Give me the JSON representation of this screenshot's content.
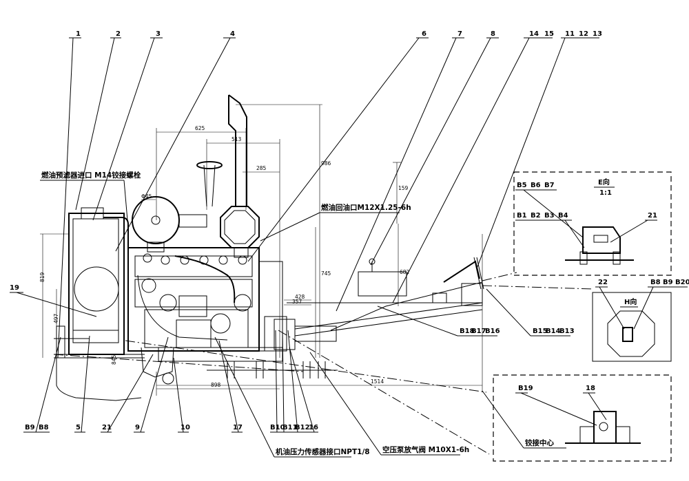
{
  "callouts_top": [
    "1",
    "2",
    "3",
    "4",
    "6",
    "7",
    "8",
    "14",
    "15",
    "11",
    "12",
    "13"
  ],
  "callouts_bottom": [
    "B9",
    "B8",
    "5",
    "21",
    "9",
    "10",
    "17",
    "B10",
    "B11",
    "B12",
    "16"
  ],
  "callouts_left": [
    "19"
  ],
  "callouts_right_mid": [
    "B18",
    "B17",
    "B16",
    "B15",
    "B14",
    "B13"
  ],
  "labels": {
    "fuel_filter_inlet": "燃油预滤器进口 M14铰接螺栓",
    "fuel_return": "燃油回油口M12X1.25-6h",
    "oil_pressure_sensor": "机油压力传感器接口NPT1/8",
    "air_compressor_outlet": "空压泵放气阀 M10X1-6h",
    "hinge_center": "铰接中心"
  },
  "views": {
    "e_view": {
      "title": "E向",
      "scale": "1:1",
      "row1": [
        "B5",
        "B6",
        "B7"
      ],
      "row2": [
        "B1",
        "B2",
        "B3",
        "B4"
      ],
      "callout": "21"
    },
    "h_view": {
      "title": "H向",
      "callouts": [
        "22",
        "B8",
        "B9",
        "B20"
      ]
    },
    "detail_view": {
      "callouts": [
        "B19",
        "18"
      ]
    }
  },
  "dimensions": {
    "d625": "625",
    "d513": "513",
    "d285": "285",
    "d986": "986",
    "d45": "Φ45",
    "d159": "159",
    "d745": "745",
    "d682": "682",
    "d428": "428",
    "d357": "357",
    "d819": "819",
    "d497": "497",
    "d845": "845",
    "d898": "898",
    "d1514": "1514"
  }
}
